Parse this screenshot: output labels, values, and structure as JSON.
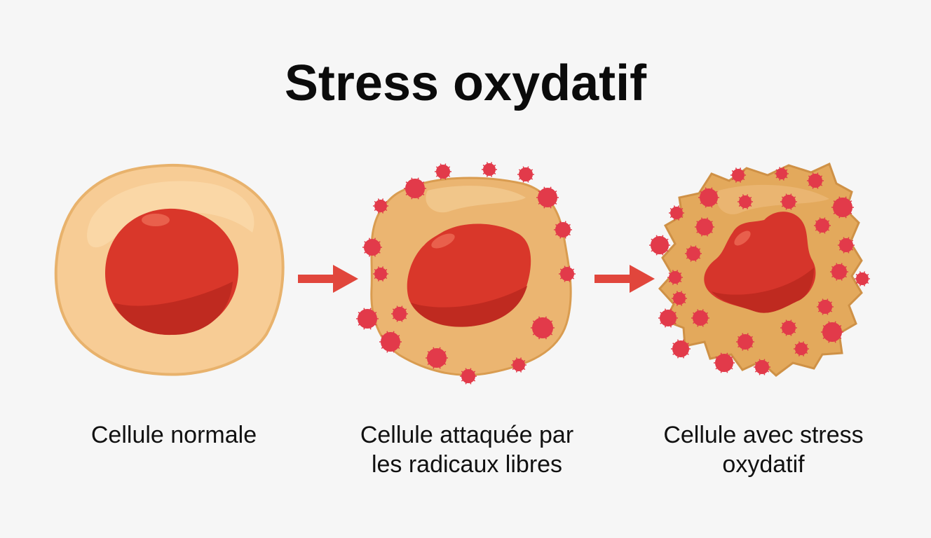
{
  "title": "Stress oxydatif",
  "stages": [
    {
      "caption_lines": [
        "Cellule normale"
      ]
    },
    {
      "caption_lines": [
        "Cellule attaquée par",
        "les radicaux libres"
      ]
    },
    {
      "caption_lines": [
        "Cellule avec stress",
        "oxydatif"
      ]
    }
  ],
  "colors": {
    "background": "#f6f6f6",
    "cytoplasm": "#f6c890",
    "cytoplasm_stressed": "#ebb571",
    "membrane": "#e2aa63",
    "nucleus": "#d9372a",
    "nucleus_dark": "#bf2a20",
    "free_radical": "#e23a4a",
    "arrow": "#e1463c"
  },
  "icons": {
    "arrow": "right-arrow-icon",
    "radical": "free-radical-icon"
  }
}
